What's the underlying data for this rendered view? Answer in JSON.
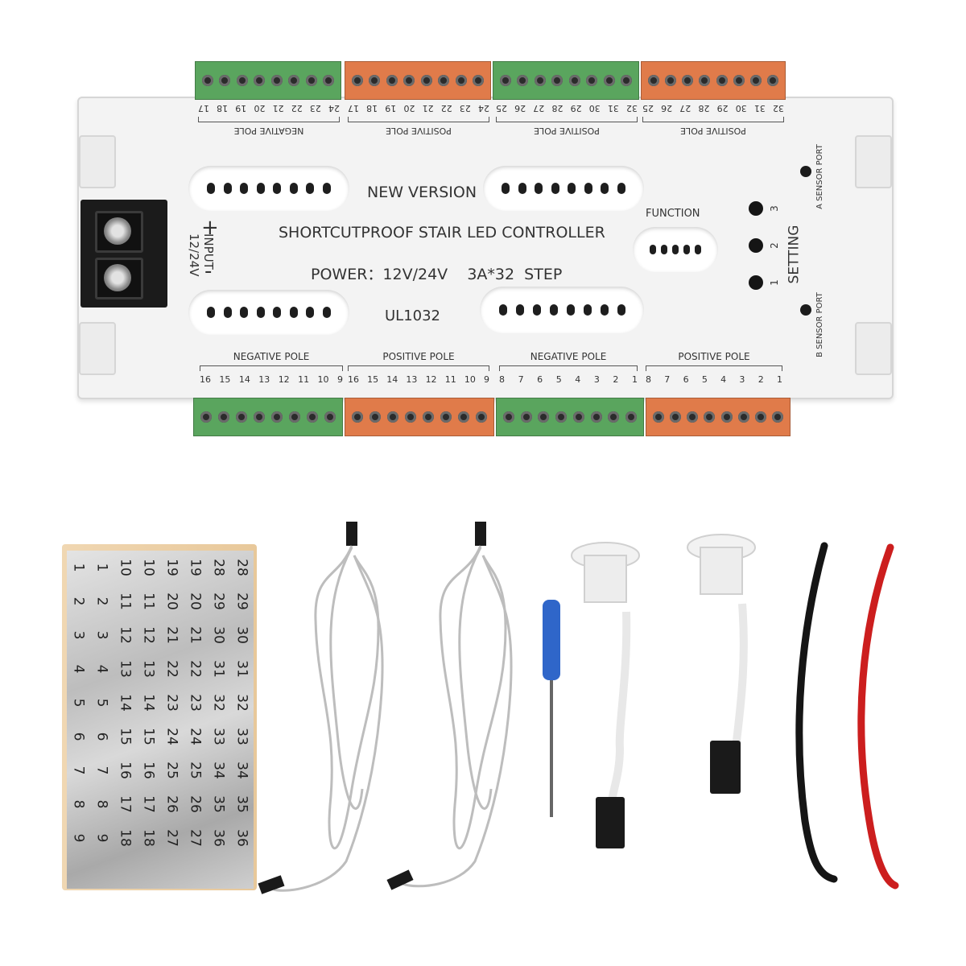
{
  "board": {
    "top_poles": [
      "NEGATIVE POLE",
      "POSITIVE POLE",
      "POSITIVE POLE",
      "POSITIVE POLE"
    ],
    "top_numbers": [
      [
        "17",
        "18",
        "19",
        "20",
        "21",
        "22",
        "23",
        "24"
      ],
      [
        "17",
        "18",
        "19",
        "20",
        "21",
        "22",
        "23",
        "24"
      ],
      [
        "25",
        "26",
        "27",
        "28",
        "29",
        "30",
        "31",
        "32"
      ],
      [
        "25",
        "26",
        "27",
        "28",
        "29",
        "30",
        "31",
        "32"
      ]
    ],
    "bottom_poles": [
      "NEGATIVE POLE",
      "POSITIVE POLE",
      "NEGATIVE POLE",
      "POSITIVE POLE"
    ],
    "bottom_numbers": [
      [
        "16",
        "15",
        "14",
        "13",
        "12",
        "11",
        "10",
        "9"
      ],
      [
        "16",
        "15",
        "14",
        "13",
        "12",
        "11",
        "10",
        "9"
      ],
      [
        "8",
        "7",
        "6",
        "5",
        "4",
        "3",
        "2",
        "1"
      ],
      [
        "8",
        "7",
        "6",
        "5",
        "4",
        "3",
        "2",
        "1"
      ]
    ],
    "new_version": "NEW VERSION",
    "title": "SHORTCUTPROOF STAIR LED CONTROLLER",
    "power": "POWER：12V/24V    3A*32  STEP",
    "model": "UL1032",
    "function": "FUNCTION",
    "input": "INPUT",
    "voltage": "12/24V",
    "plus": "+",
    "minus": "-",
    "setting": "SETTING",
    "setting_buttons": [
      "3",
      "2",
      "1"
    ],
    "a_sensor": "A SENSOR PORT",
    "b_sensor": "B SENSOR PORT"
  },
  "colors": {
    "green": "#5aa55e",
    "orange": "#e07b4a",
    "wire_red": "#cc1e1e",
    "wire_black": "#151515",
    "screwdriver": "#2f66c9"
  },
  "stickers": {
    "columns": [
      [
        "1",
        "2",
        "3",
        "4",
        "5",
        "6",
        "7",
        "8",
        "9"
      ],
      [
        "1",
        "2",
        "3",
        "4",
        "5",
        "6",
        "7",
        "8",
        "9"
      ],
      [
        "10",
        "11",
        "12",
        "13",
        "14",
        "15",
        "16",
        "17",
        "18"
      ],
      [
        "10",
        "11",
        "12",
        "13",
        "14",
        "15",
        "16",
        "17",
        "18"
      ],
      [
        "19",
        "20",
        "21",
        "22",
        "23",
        "24",
        "25",
        "26",
        "27"
      ],
      [
        "19",
        "20",
        "21",
        "22",
        "23",
        "24",
        "25",
        "26",
        "27"
      ],
      [
        "28",
        "29",
        "30",
        "31",
        "32",
        "33",
        "34",
        "35",
        "36"
      ],
      [
        "28",
        "29",
        "30",
        "31",
        "32",
        "33",
        "34",
        "35",
        "36"
      ]
    ]
  }
}
